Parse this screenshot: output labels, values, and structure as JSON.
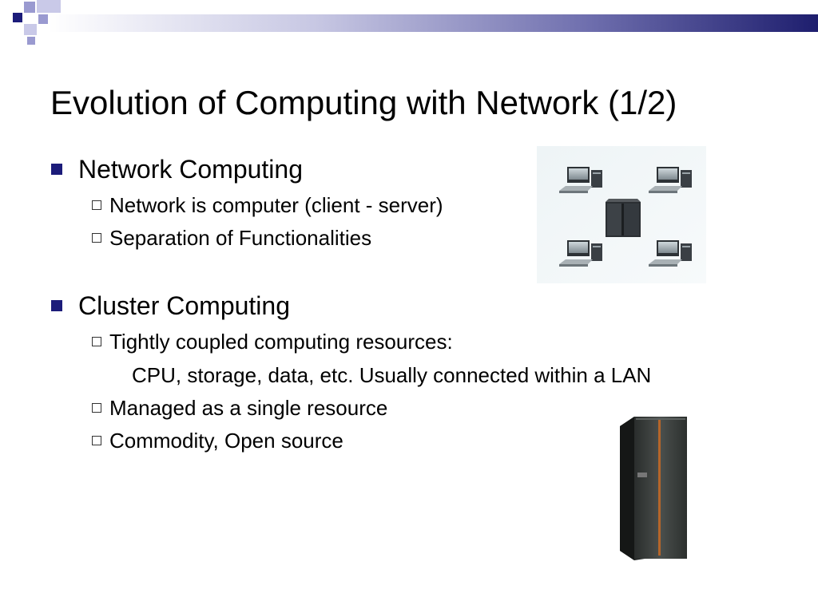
{
  "slide": {
    "title": "Evolution of Computing with Network (1/2)",
    "sections": [
      {
        "heading": "Network Computing",
        "items": [
          "Network is computer (client - server)",
          "Separation of Functionalities"
        ]
      },
      {
        "heading": "Cluster Computing",
        "items": [
          "Tightly coupled computing resources:",
          "CPU, storage, data, etc. Usually connected within a LAN",
          "Managed as a single resource",
          "Commodity, Open source"
        ]
      }
    ]
  },
  "colors": {
    "accent_navy": "#1c1c7a",
    "accent_lavender": "#9a9ad0"
  },
  "images": {
    "network_illustration": "client-server-network-illustration",
    "cluster_rack": "server-rack-photo"
  }
}
